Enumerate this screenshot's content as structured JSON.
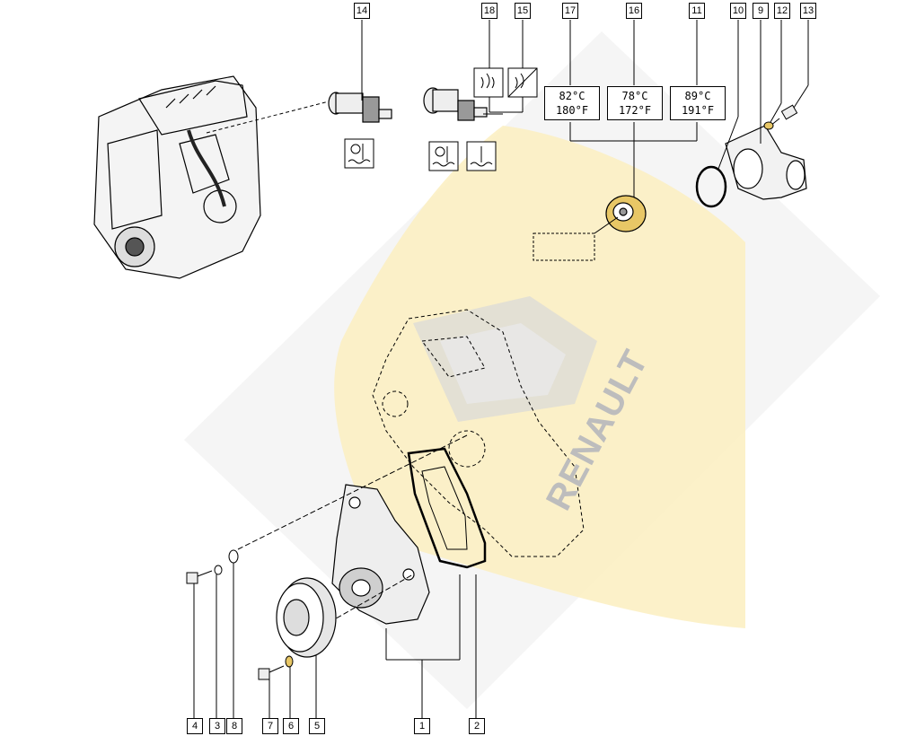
{
  "watermark": {
    "brand": "RENAULT"
  },
  "callouts": {
    "c1": "1",
    "c2": "2",
    "c3": "3",
    "c4": "4",
    "c5": "5",
    "c6": "6",
    "c7": "7",
    "c8": "8",
    "c9": "9",
    "c10": "10",
    "c11": "11",
    "c12": "12",
    "c13": "13",
    "c14": "14",
    "c15": "15",
    "c16": "16",
    "c17": "17",
    "c18": "18"
  },
  "thermostats": [
    {
      "c": "82°C",
      "f": "180°F"
    },
    {
      "c": "78°C",
      "f": "172°F"
    },
    {
      "c": "89°C",
      "f": "191°F"
    }
  ],
  "icons": [
    "coolant-temperature-icon",
    "thermostat-icon",
    "cooling-fan-icon",
    "fan-off-icon"
  ],
  "colors": {
    "line": "#000000",
    "watermark_fill": "#fbefc0",
    "watermark_grey": "#d8d8d8"
  }
}
